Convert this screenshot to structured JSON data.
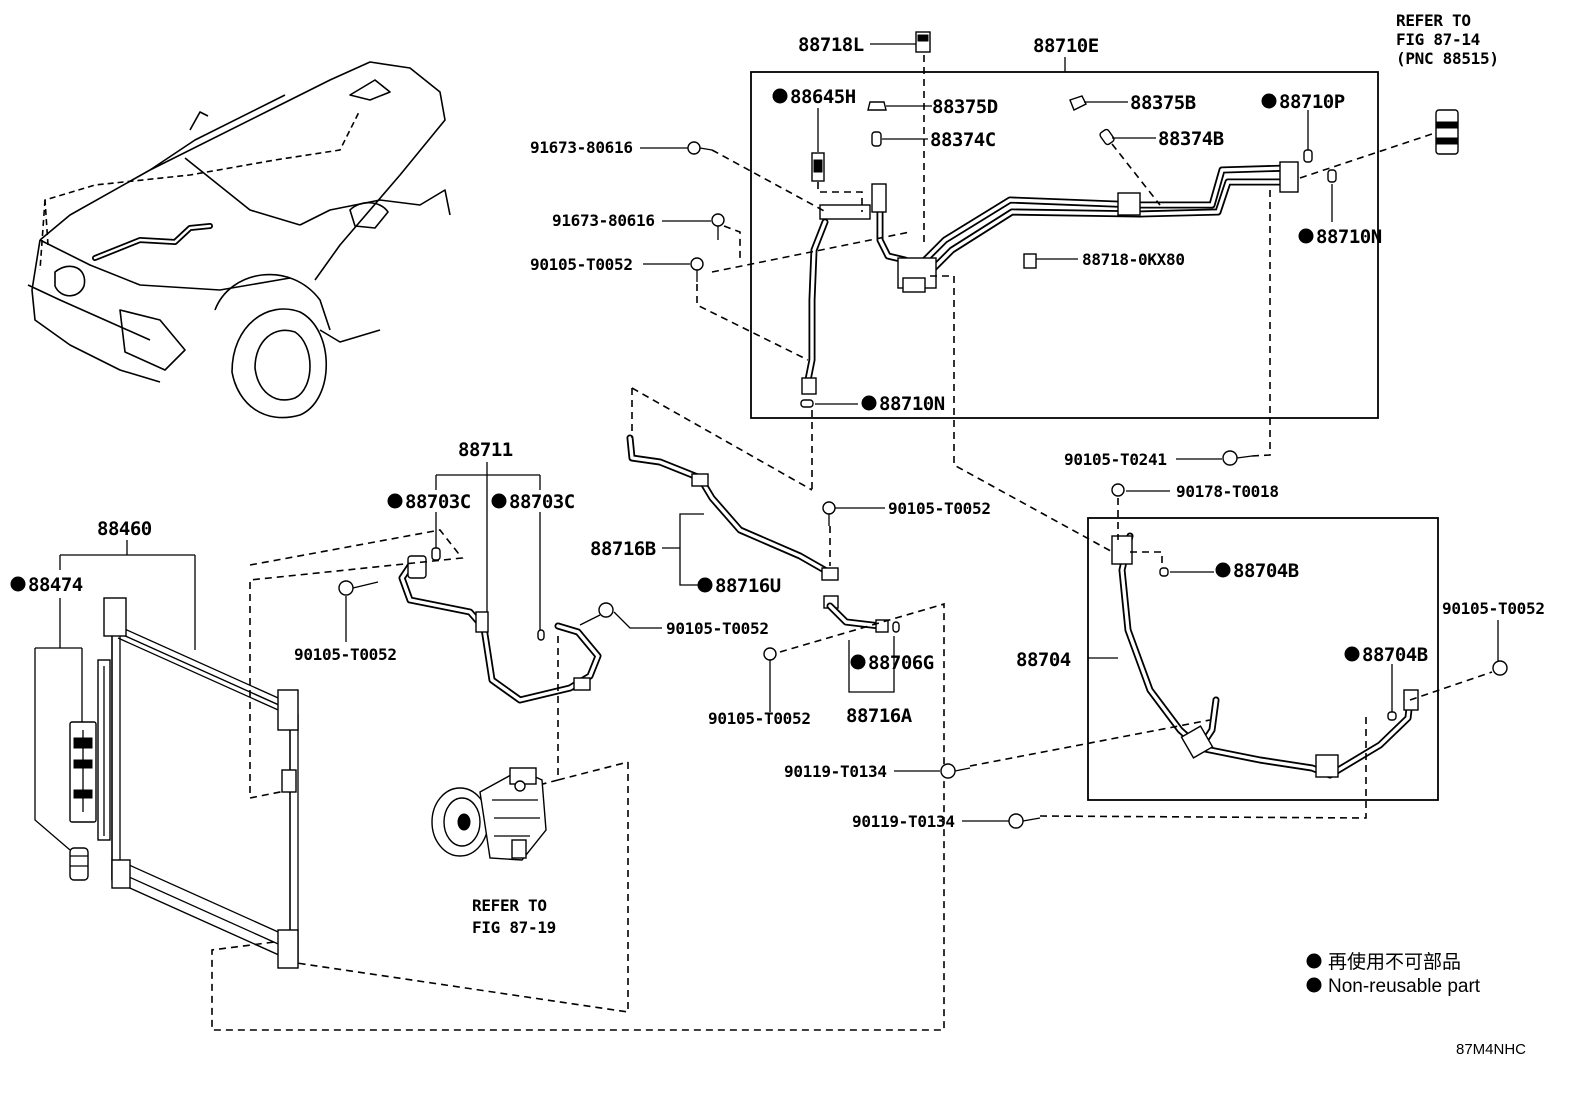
{
  "labels": {
    "p88718L": "88718L",
    "p88710E": "88710E",
    "refer_fig_87_14": [
      "REFER TO",
      "FIG 87-14",
      "(PNC 88515)"
    ],
    "p88645H": "88645H",
    "p88375D": "88375D",
    "p88375B": "88375B",
    "p88710P": "88710P",
    "p88374C": "88374C",
    "p88374B": "88374B",
    "p91673_80616_a": "91673-80616",
    "p91673_80616_b": "91673-80616",
    "p90105_T0052_top": "90105-T0052",
    "p88718_0KX80": "88718-0KX80",
    "p88710N_right": "88710N",
    "p88710N_bottom": "88710N",
    "p90105_T0241": "90105-T0241",
    "p88711": "88711",
    "p88703C_left": "88703C",
    "p88703C_right": "88703C",
    "p88460": "88460",
    "p88474": "88474",
    "p90105_T0052_left": "90105-T0052",
    "p90105_T0052_mid": "90105-T0052",
    "p90105_T0052_center": "90105-T0052",
    "p90105_T0052_low": "90105-T0052",
    "p90105_T0052_right": "90105-T0052",
    "p88716B": "88716B",
    "p88716U": "88716U",
    "p88706G": "88706G",
    "p88716A": "88716A",
    "p90178_T0018": "90178-T0018",
    "p88704B_top": "88704B",
    "p88704B_bottom": "88704B",
    "p88704": "88704",
    "p90119_T0134_a": "90119-T0134",
    "p90119_T0134_b": "90119-T0134",
    "refer_fig_87_19": [
      "REFER TO",
      "FIG 87-19"
    ]
  },
  "legend": {
    "marker": "●",
    "line_cn": "再使用不可部品",
    "line_en": "Non-reusable part"
  },
  "figure_code": "87M4NHC"
}
